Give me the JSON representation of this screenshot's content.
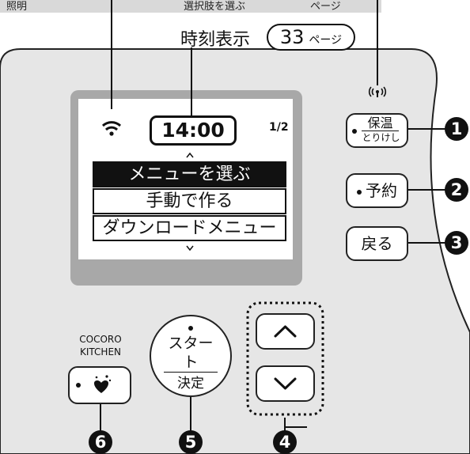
{
  "top_strip": {
    "partial_text_left": "照明",
    "partial_text_mid": "選択肢を選ぶ",
    "partial_text_right": "ページ"
  },
  "callout": {
    "label": "時刻表示",
    "page_number": "33",
    "page_suffix": "ページ"
  },
  "screen": {
    "time": "14:00",
    "page_indicator": "1/2",
    "menu": [
      {
        "label": "メニューを選ぶ",
        "selected": true
      },
      {
        "label": "手動で作る",
        "selected": false
      },
      {
        "label": "ダウンロードメニュー",
        "selected": false
      }
    ],
    "wifi_icon": "wifi-icon",
    "scroll_up_icon": "caret-up-icon",
    "scroll_down_icon": "caret-down-icon"
  },
  "antenna_icon": "antenna-signal-icon",
  "buttons": {
    "keep_warm": {
      "label_top": "保温",
      "label_bottom": "とりけし",
      "number": "1"
    },
    "reserve": {
      "label": "予約",
      "number": "2"
    },
    "back": {
      "label": "戻る",
      "number": "3"
    },
    "arrows": {
      "number": "4",
      "up_icon": "chevron-up-icon",
      "down_icon": "chevron-down-icon"
    },
    "start": {
      "label_top": "スタート",
      "label_bottom": "決定",
      "number": "5"
    },
    "cocoro": {
      "label_line1": "COCORO",
      "label_line2": "KITCHEN",
      "icon": "sparkle-heart-icon",
      "number": "6"
    }
  },
  "colors": {
    "panel": "#e6e6e6",
    "display_frame": "#a8a8a8",
    "ink": "#111111"
  }
}
